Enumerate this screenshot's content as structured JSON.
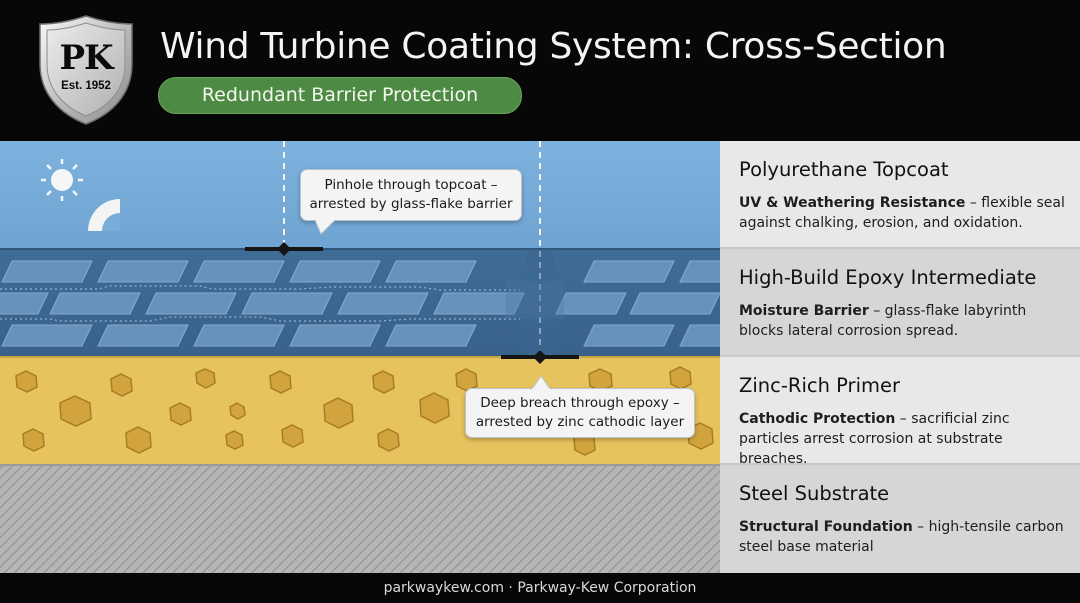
{
  "logo": {
    "initials": "PK",
    "established": "Est. 1952"
  },
  "header": {
    "title": "Wind Turbine Coating System: Cross-Section",
    "subtitle": "Redundant Barrier Protection"
  },
  "layers": [
    {
      "title": "Polyurethane Topcoat",
      "lead": "UV & Weathering Resistance",
      "desc": " – flexible seal against chalking, erosion, and oxidation.",
      "color": "#79add9"
    },
    {
      "title": "High-Build Epoxy Intermediate",
      "lead": "Moisture Barrier",
      "desc": " – glass-flake labyrinth blocks lateral corrosion spread.",
      "color": "#3e6b93"
    },
    {
      "title": "Zinc-Rich Primer",
      "lead": "Cathodic Protection",
      "desc": " – sacrificial zinc particles arrest corrosion at substrate breaches.",
      "color": "#e6c45e"
    },
    {
      "title": "Steel Substrate",
      "lead": "Structural Foundation",
      "desc": " – high-tensile carbon steel base material",
      "color": "#b3b3b3"
    }
  ],
  "callouts": {
    "pinhole": {
      "line1": "Pinhole through topcoat –",
      "line2": "arrested by glass-flake barrier"
    },
    "breach": {
      "line1": "Deep breach through epoxy –",
      "line2": "arrested by zinc cathodic layer"
    }
  },
  "icons": {
    "sun": "sun-icon",
    "uv_arc": "uv-arc-icon"
  },
  "footer": {
    "site": "parkwaykew.com",
    "separator": "·",
    "company": "Parkway-Kew Corporation"
  }
}
